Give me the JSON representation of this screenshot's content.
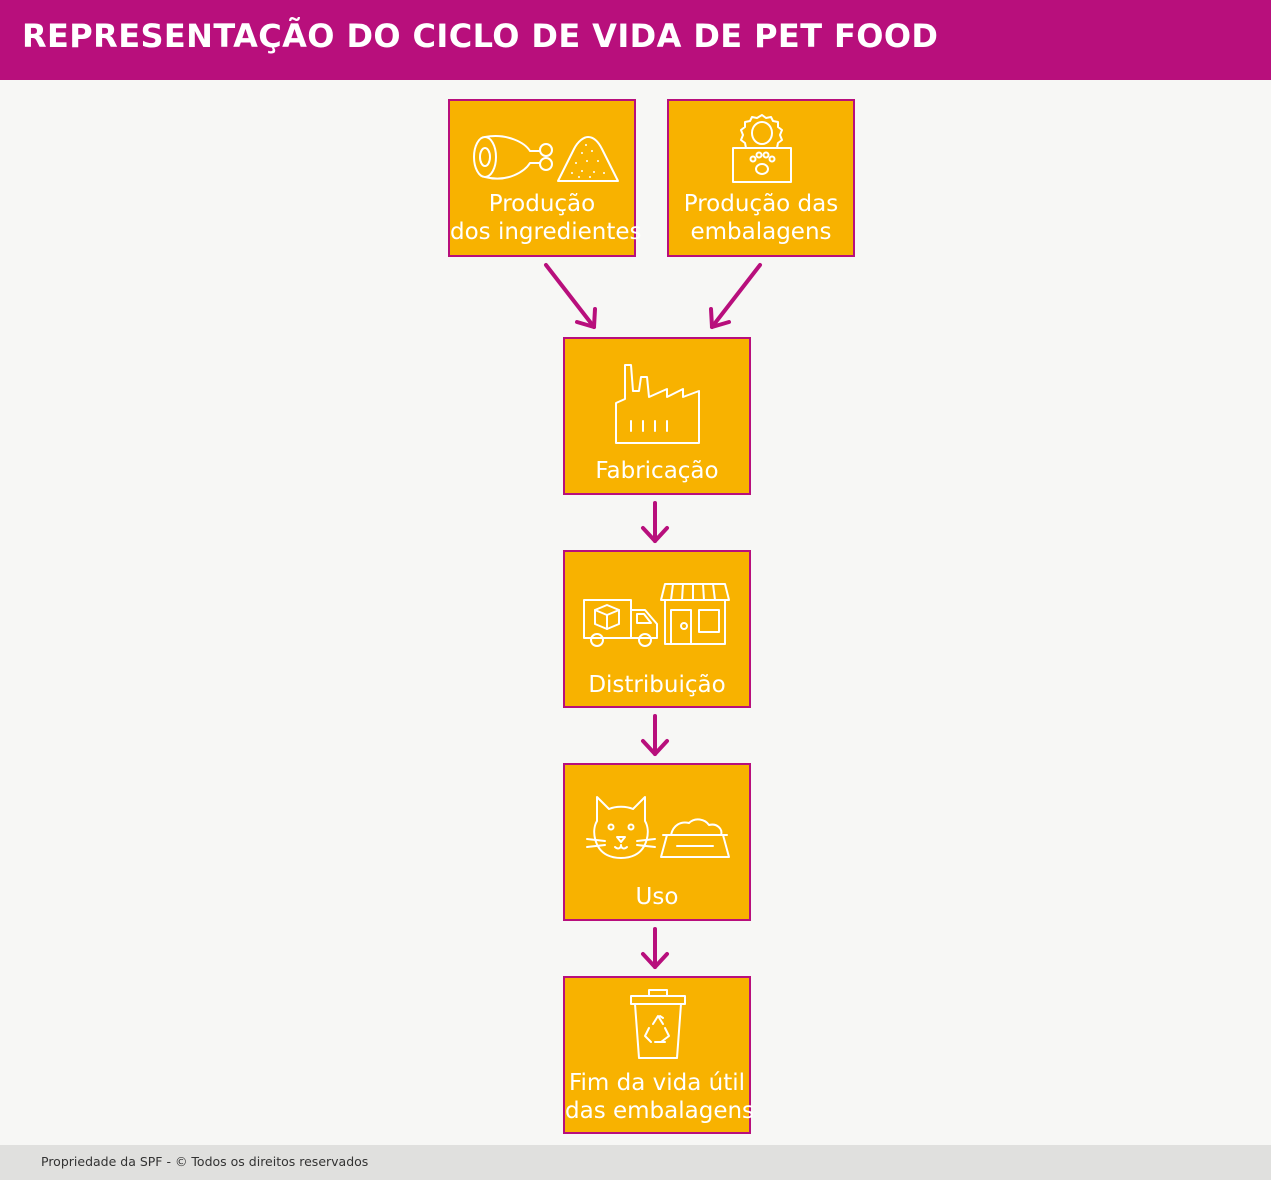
{
  "header": {
    "title": "REPRESENTAÇÃO DO CICLO DE VIDA DE PET FOOD"
  },
  "colors": {
    "header": "#b80f7c",
    "box_fill": "#f8b200",
    "box_border": "#b80f7c",
    "arrow": "#b80f7c",
    "text": "#ffffff"
  },
  "steps": {
    "ingredients": {
      "line1": "Produção",
      "line2": "dos ingredientes",
      "icons": [
        "ham-icon",
        "powder-pile-icon"
      ]
    },
    "packaging": {
      "line1": "Produção das",
      "line2": "embalagens",
      "icons": [
        "pet-food-package-icon"
      ]
    },
    "manufacturing": {
      "line1": "Fabricação",
      "icons": [
        "factory-icon"
      ]
    },
    "distribution": {
      "line1": "Distribuição",
      "icons": [
        "delivery-truck-icon",
        "pet-store-icon"
      ]
    },
    "use": {
      "line1": "Uso",
      "icons": [
        "cat-icon",
        "food-bowl-icon"
      ]
    },
    "end_of_life": {
      "line1": "Fim da vida útil",
      "line2": "das embalagens",
      "icons": [
        "recycling-bin-icon"
      ]
    }
  },
  "footer": {
    "text": "Propriedade da SPF - © Todos os direitos reservados"
  }
}
